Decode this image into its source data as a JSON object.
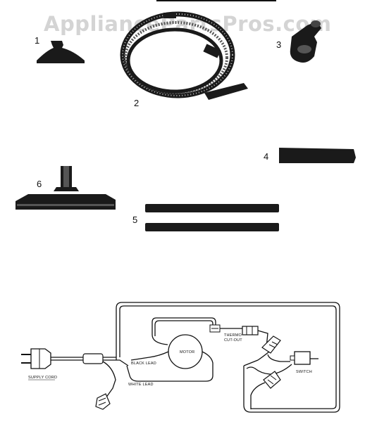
{
  "watermark": "AppliancePartsPros.com",
  "parts": {
    "p1": "1",
    "p2": "2",
    "p3": "3",
    "p4": "4",
    "p5": "5",
    "p6": "6"
  },
  "wiring": {
    "motor": "MOTOR",
    "thermo_cutout_line1": "THERMO",
    "thermo_cutout_line2": "CUT-OUT",
    "switch": "SWITCH",
    "black_lead": "BLACK LEAD",
    "white_lead": "WHITE LEAD",
    "supply_cord": "SUPPLY CORD"
  }
}
